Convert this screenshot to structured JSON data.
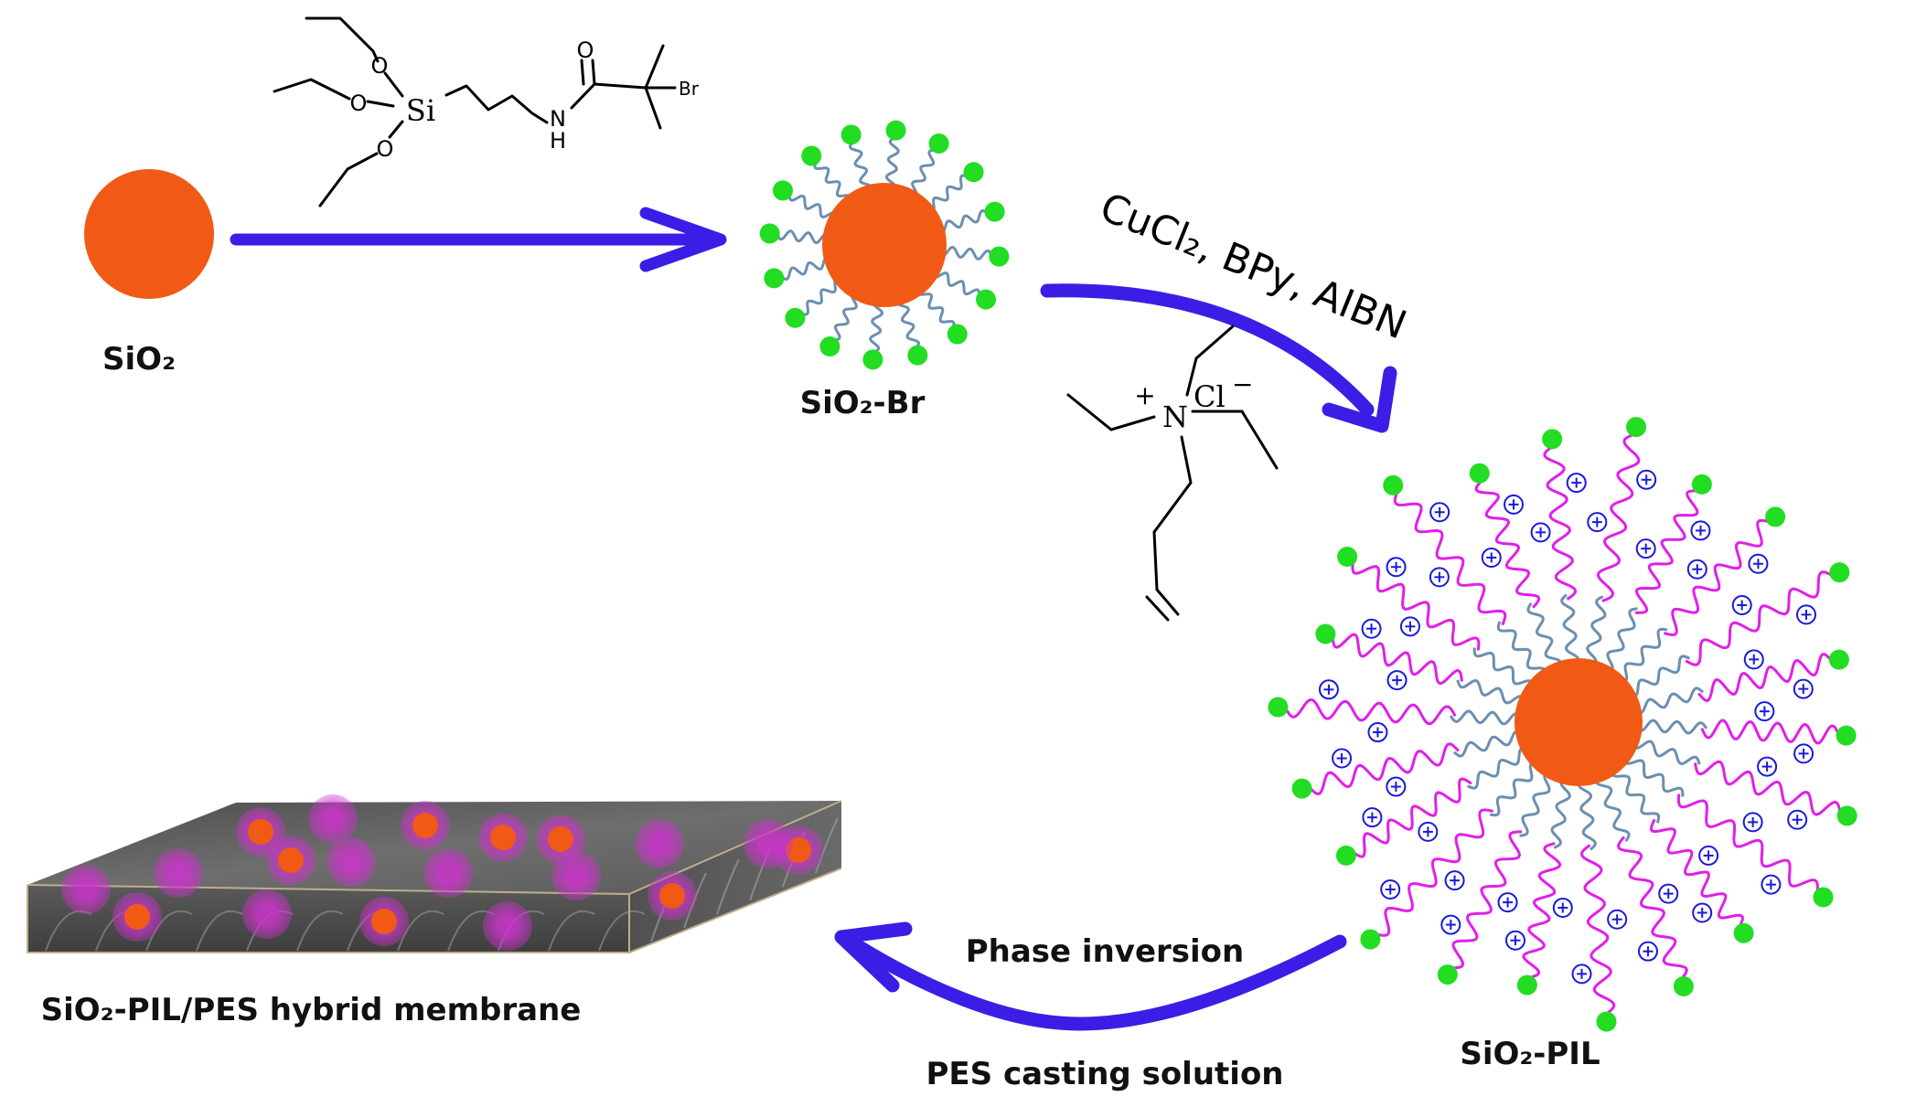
{
  "labels": {
    "sio2": "SiO₂",
    "sio2_br": "SiO₂-Br",
    "sio2_pil": "SiO₂-PIL",
    "membrane": "SiO₂-PIL/PES hybrid membrane",
    "phase_inversion": "Phase inversion",
    "pes_casting": "PES casting solution",
    "reagents": "CuCl₂, BPy, AIBN"
  },
  "initiator": {
    "si": "Si",
    "o1": "O",
    "o2": "O",
    "o3": "O",
    "n": "N",
    "h": "H",
    "o_carbonyl": "O",
    "br": "Br"
  },
  "monomer": {
    "plus": "+",
    "n": "N",
    "cl": "Cl",
    "minus": "−"
  },
  "colors": {
    "core": "#f05a14",
    "end_group": "#22dd22",
    "short_chain": "#6b8fb0",
    "pil_chain": "#e020e8",
    "charge": "#1a1add",
    "arrow": "#3a1ee6",
    "membrane": "#5e5e5e"
  }
}
